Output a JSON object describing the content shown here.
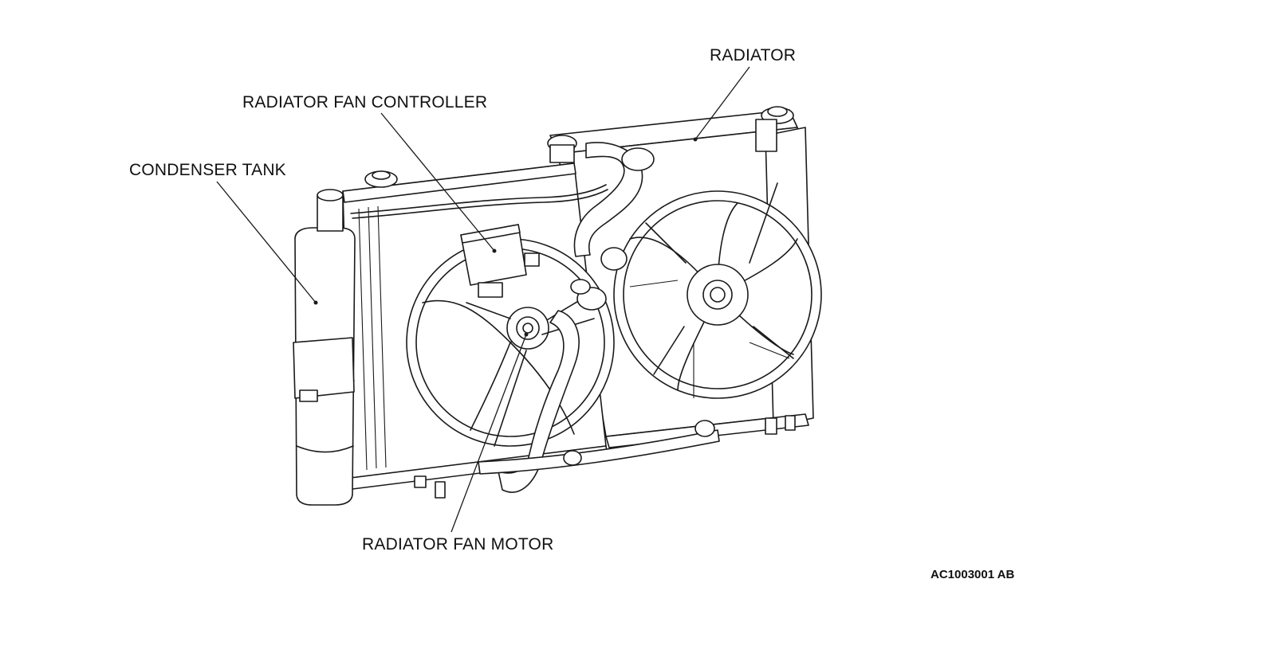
{
  "labels": {
    "radiator": "RADIATOR",
    "radiator_fan_controller": "RADIATOR FAN CONTROLLER",
    "condenser_tank": "CONDENSER TANK",
    "radiator_fan_motor": "RADIATOR FAN MOTOR"
  },
  "figure_code": "AC1003001 AB"
}
